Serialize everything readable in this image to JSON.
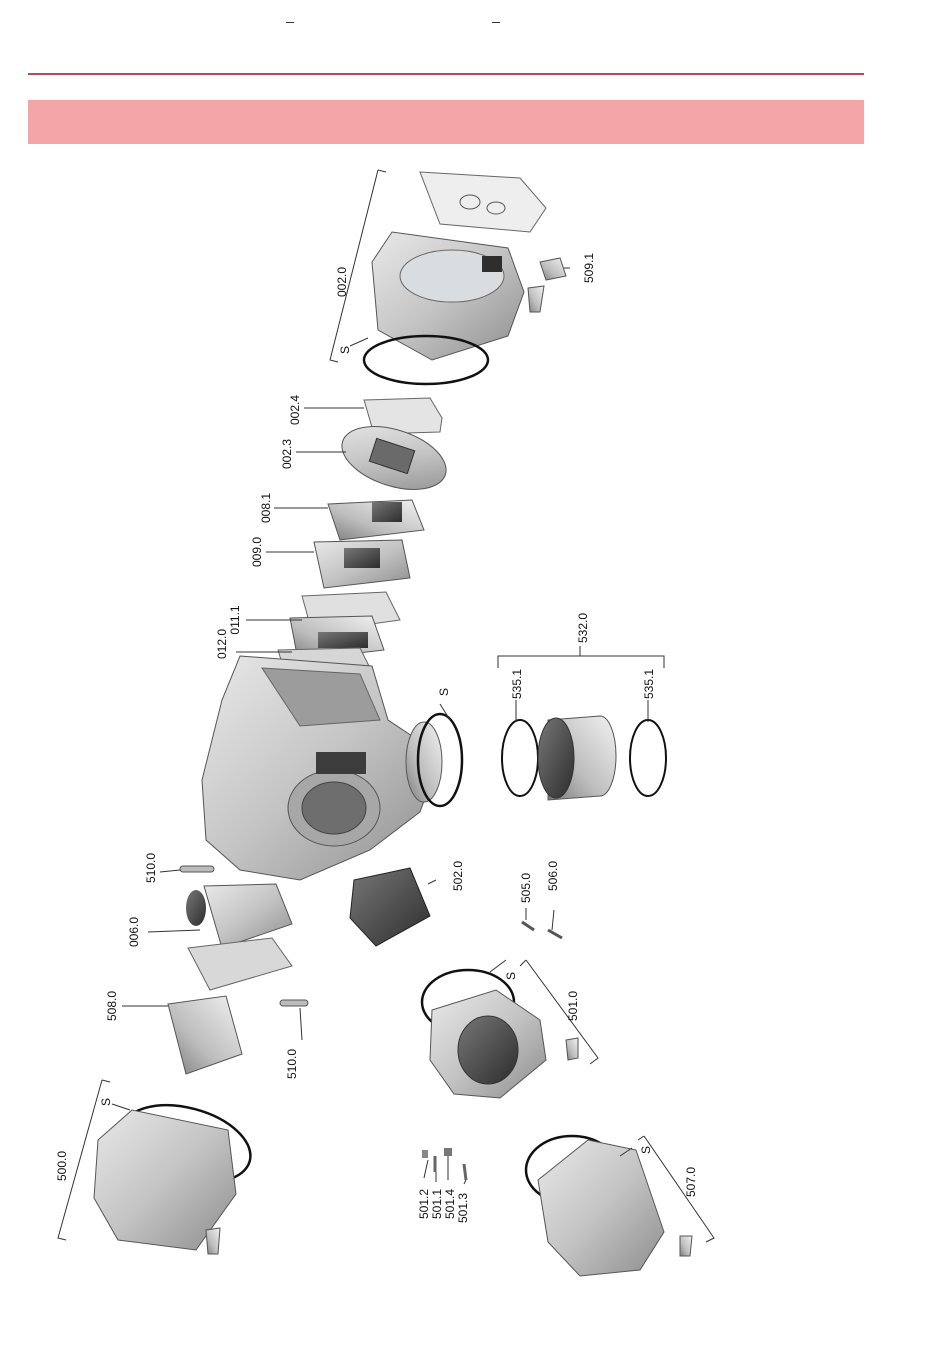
{
  "colors": {
    "rule": "#b84a55",
    "band": "#f4a5a7",
    "metal": "#c9c9c9"
  },
  "parts": {
    "p002_0": "002.0",
    "p509_1": "509.1",
    "p002_4": "002.4",
    "p002_3": "002.3",
    "p008_1": "008.1",
    "p009_0": "009.0",
    "p011_1": "011.1",
    "p012_0": "012.0",
    "p532_0": "532.0",
    "p535_1a": "535.1",
    "p535_1b": "535.1",
    "p510_0a": "510.0",
    "p006_0": "006.0",
    "p502_0": "502.0",
    "p505_0": "505.0",
    "p506_0": "506.0",
    "p508_0": "508.0",
    "p510_0b": "510.0",
    "p501_0": "501.0",
    "p500_0": "500.0",
    "p501_2": "501.2",
    "p501_1": "501.1",
    "p501_4": "501.4",
    "p501_3": "501.3",
    "p507_0": "507.0",
    "s1": "S",
    "s2": "S",
    "s3": "S",
    "s4": "S",
    "s5": "S"
  }
}
